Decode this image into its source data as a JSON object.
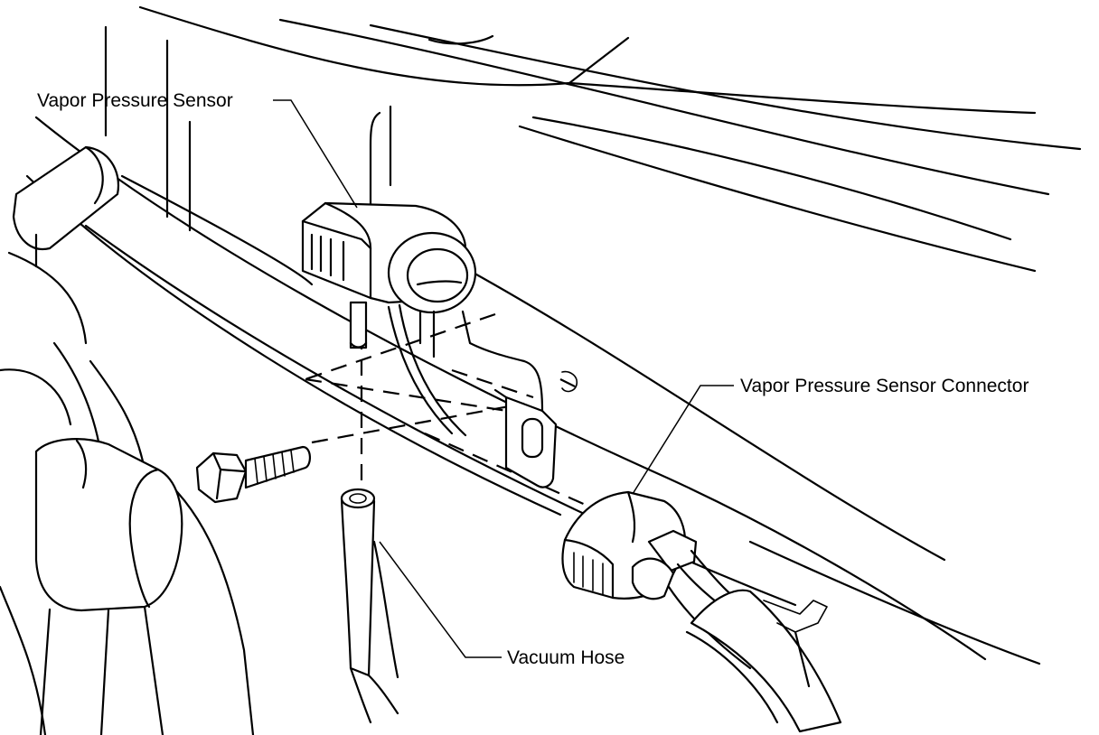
{
  "labels": {
    "vapor_pressure_sensor": "Vapor Pressure Sensor",
    "vapor_pressure_sensor_connector": "Vapor Pressure Sensor Connector",
    "vacuum_hose": "Vacuum Hose"
  }
}
